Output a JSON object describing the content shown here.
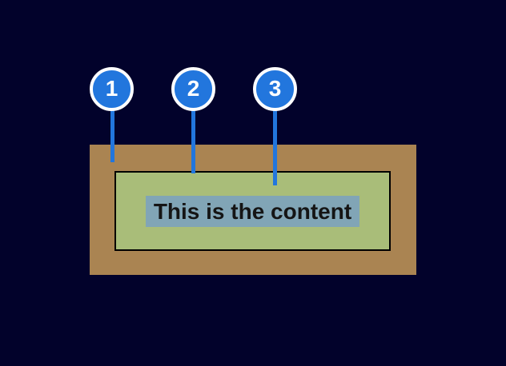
{
  "diagram": {
    "content_text": "This is the content",
    "callouts": [
      {
        "label": "1"
      },
      {
        "label": "2"
      },
      {
        "label": "3"
      }
    ],
    "colors": {
      "background": "#02022b",
      "outer_box": "#aa8452",
      "inner_box": "#a9bd79",
      "inner_box_border": "#000000",
      "content_highlight": "#81a5b6",
      "content_text": "#151515",
      "callout_fill": "#2276dd",
      "callout_ring": "#ffffff",
      "callout_text": "#ffffff",
      "callout_line": "#2276dd"
    }
  }
}
